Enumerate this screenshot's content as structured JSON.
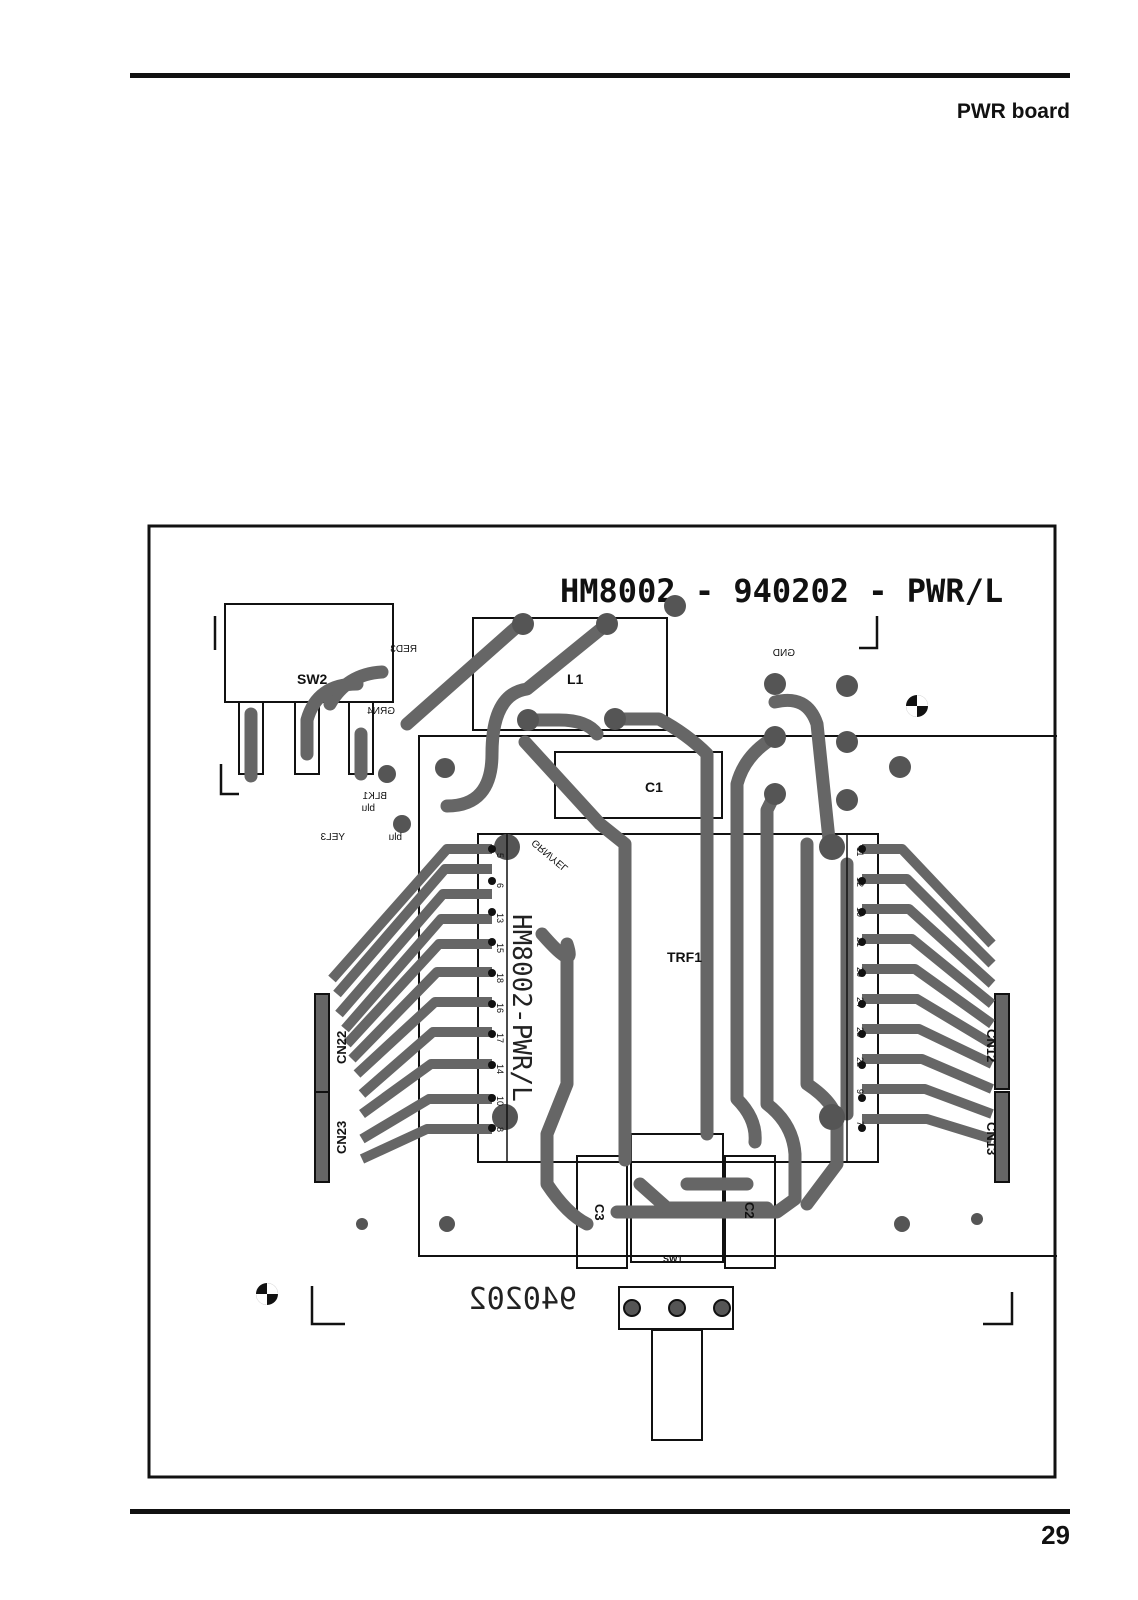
{
  "header": {
    "section_title": "PWR board"
  },
  "footer": {
    "page_number": "29"
  },
  "board": {
    "board_title": "HM8002 - 940202 - PWR/L",
    "mirrored_code": "940202",
    "transformer_text": "HM8002-PWR/L",
    "labels": {
      "sw2": "SW2",
      "l1": "L1",
      "c1": "C1",
      "c2": "C2",
      "c3": "C3",
      "trf1": "TRF1",
      "cn22": "CN22",
      "cn23": "CN23",
      "cn12": "CN12",
      "cn13": "CN13",
      "sw1": "SW1",
      "gnd": "GND",
      "red": "RED3",
      "grn": "GRN4",
      "blk": "BLK1",
      "blu1": "blu",
      "blu2": "blu",
      "yel": "YEL3",
      "grn_yel": "GRN/YEL"
    },
    "left_pins": [
      "5",
      "6",
      "13",
      "15",
      "18",
      "16",
      "17",
      "14",
      "10",
      "8"
    ],
    "right_pins": [
      "11",
      "12",
      "19",
      "21",
      "20",
      "24",
      "23",
      "22",
      "9",
      "7"
    ]
  }
}
